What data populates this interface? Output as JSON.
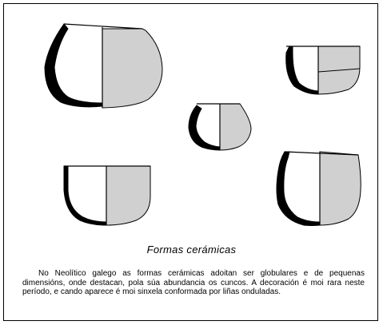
{
  "figure": {
    "title": "Formas cerámicas",
    "description": "No Neolítico galego as formas cerámicas adoitan ser globulares e de pequenas dimensións, onde destacan, pola súa abundancia os cuncos. A decoración é moi rara neste período, e cando aparece é moi sinxela conformada por liñas onduladas.",
    "vessel_count": 5,
    "colors": {
      "profile": "#000000",
      "section_fill": "#d0d0d0",
      "background": "#ffffff"
    }
  }
}
